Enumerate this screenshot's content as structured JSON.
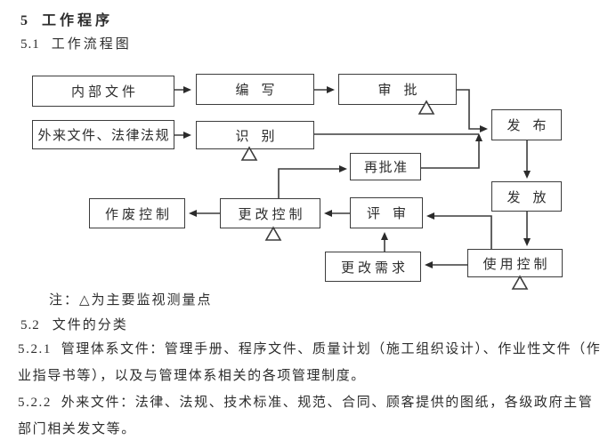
{
  "colors": {
    "ink": "#2d2d2d",
    "line": "#3c3c3c",
    "background": "#ffffff"
  },
  "heading": {
    "number": "5",
    "title": "工作程序"
  },
  "subheading": {
    "number": "5.1",
    "title": "工作流程图"
  },
  "flowchart": {
    "nodes": [
      {
        "id": "internal-docs",
        "label": "内部文件"
      },
      {
        "id": "write",
        "label": "编写"
      },
      {
        "id": "approve",
        "label": "审批"
      },
      {
        "id": "external-docs",
        "label": "外来文件、法律法规"
      },
      {
        "id": "identify",
        "label": "识别"
      },
      {
        "id": "publish",
        "label": "发布"
      },
      {
        "id": "re-approve",
        "label": "再批准"
      },
      {
        "id": "distribute",
        "label": "发放"
      },
      {
        "id": "obsolete-control",
        "label": "作废控制"
      },
      {
        "id": "change-control",
        "label": "更改控制"
      },
      {
        "id": "review",
        "label": "评审"
      },
      {
        "id": "change-request",
        "label": "更改需求"
      },
      {
        "id": "use-control",
        "label": "使用控制"
      }
    ],
    "edges": [
      {
        "from": "内部文件",
        "to": "编写"
      },
      {
        "from": "编写",
        "to": "审批"
      },
      {
        "from": "审批",
        "to": "发布"
      },
      {
        "from": "外来文件、法律法规",
        "to": "识别"
      },
      {
        "from": "识别",
        "to": "发布"
      },
      {
        "from": "再批准",
        "to": "发布"
      },
      {
        "from": "更改控制",
        "to": "再批准"
      },
      {
        "from": "发布",
        "to": "发放"
      },
      {
        "from": "发放",
        "to": "使用控制"
      },
      {
        "from": "使用控制",
        "to": "评审"
      },
      {
        "from": "评审",
        "to": "更改控制"
      },
      {
        "from": "更改控制",
        "to": "作废控制"
      },
      {
        "from": "更改需求",
        "to": "评审"
      },
      {
        "from": "使用控制",
        "to": "更改需求"
      }
    ],
    "marker_symbol": "△",
    "monitor_points": [
      "审批",
      "识别",
      "更改控制",
      "使用控制"
    ],
    "note": "注：△为主要监视测量点"
  },
  "section_5_2": {
    "number": "5.2",
    "title": "文件的分类"
  },
  "para_5_2_1": {
    "lines": [
      "5.2.1  管理体系文件：管理手册、程序文件、质量计划（施工组织设计）、作业性文件（作",
      "业指导书等），以及与管理体系相关的各项管理制度。"
    ]
  },
  "para_5_2_2": {
    "lines": [
      "5.2.2  外来文件：法律、法规、技术标准、规范、合同、顾客提供的图纸，各级政府主管",
      "部门相关发文等。"
    ]
  }
}
